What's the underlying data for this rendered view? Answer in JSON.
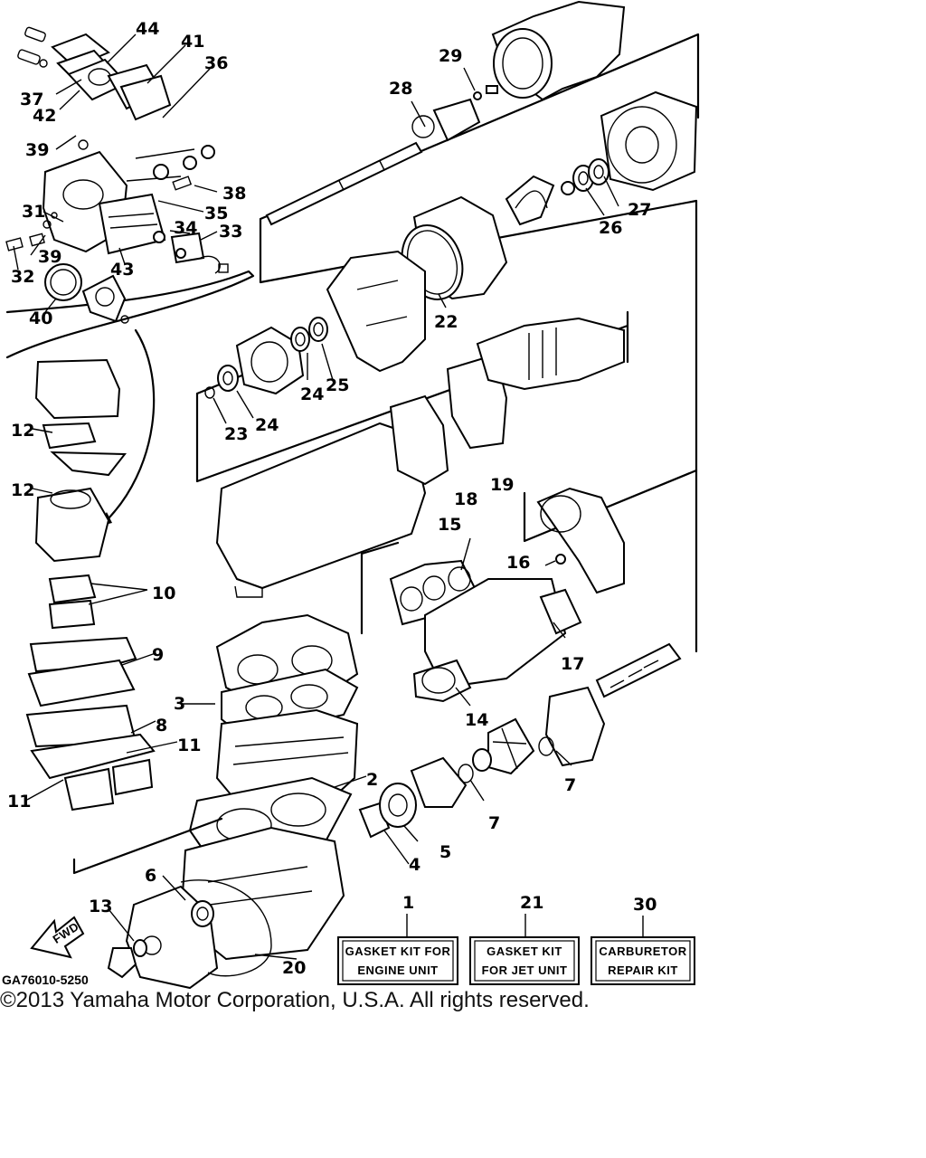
{
  "callouts": {
    "c44": "44",
    "c41": "41",
    "c36": "36",
    "c37": "37",
    "c42": "42",
    "c39a": "39",
    "c38": "38",
    "c35": "35",
    "c31": "31",
    "c34": "34",
    "c33": "33",
    "c39b": "39",
    "c32": "32",
    "c43": "43",
    "c40": "40",
    "c29": "29",
    "c28": "28",
    "c27": "27",
    "c26": "26",
    "c22": "22",
    "c25": "25",
    "c24a": "24",
    "c24b": "24",
    "c23": "23",
    "c19": "19",
    "c18": "18",
    "c12a": "12",
    "c12b": "12",
    "c10": "10",
    "c9": "9",
    "c15": "15",
    "c16": "16",
    "c17": "17",
    "c3": "3",
    "c8": "8",
    "c11a": "11",
    "c11b": "11",
    "c14": "14",
    "c7a": "7",
    "c7b": "7",
    "c2": "2",
    "c5": "5",
    "c4": "4",
    "c6": "6",
    "c13": "13",
    "c20": "20",
    "c1": "1",
    "c21": "21",
    "c30": "30"
  },
  "kit_boxes": {
    "engine": {
      "line1": "GASKET KIT FOR",
      "line2": "ENGINE UNIT"
    },
    "jet": {
      "line1": "GASKET KIT",
      "line2": "FOR JET UNIT"
    },
    "carb": {
      "line1": "CARBURETOR",
      "line2": "REPAIR KIT"
    }
  },
  "fwd_label": "FWD",
  "diagram_code": "GA76010-5250",
  "copyright": "©2013 Yamaha Motor Corporation, U.S.A. All rights reserved."
}
